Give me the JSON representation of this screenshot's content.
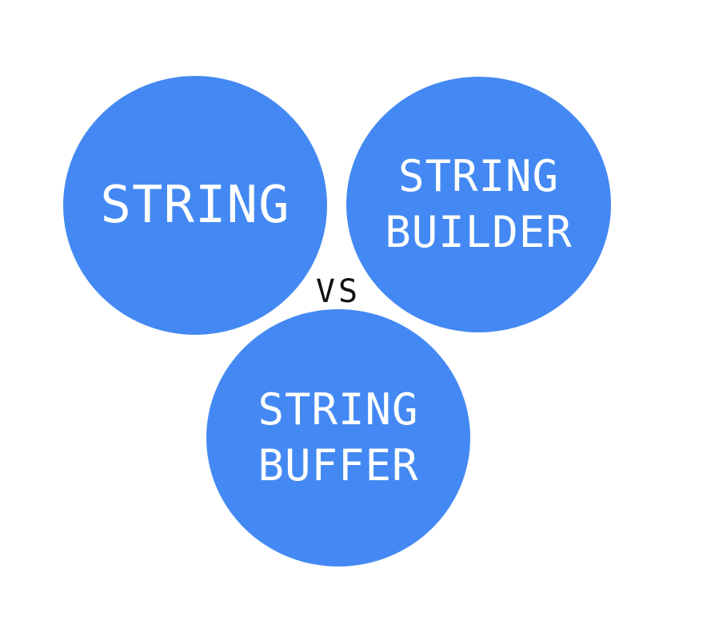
{
  "colors": {
    "circle_fill": "#4489F3",
    "circle_text": "#FFFFFF",
    "connector_text": "#111111",
    "background": "#FFFFFF"
  },
  "diagram": {
    "nodes": [
      {
        "id": "string",
        "lines": [
          "STRING"
        ]
      },
      {
        "id": "string-builder",
        "lines": [
          "STRING",
          "BUILDER"
        ]
      },
      {
        "id": "string-buffer",
        "lines": [
          "STRING",
          "BUFFER"
        ]
      }
    ],
    "connector": "VS"
  }
}
